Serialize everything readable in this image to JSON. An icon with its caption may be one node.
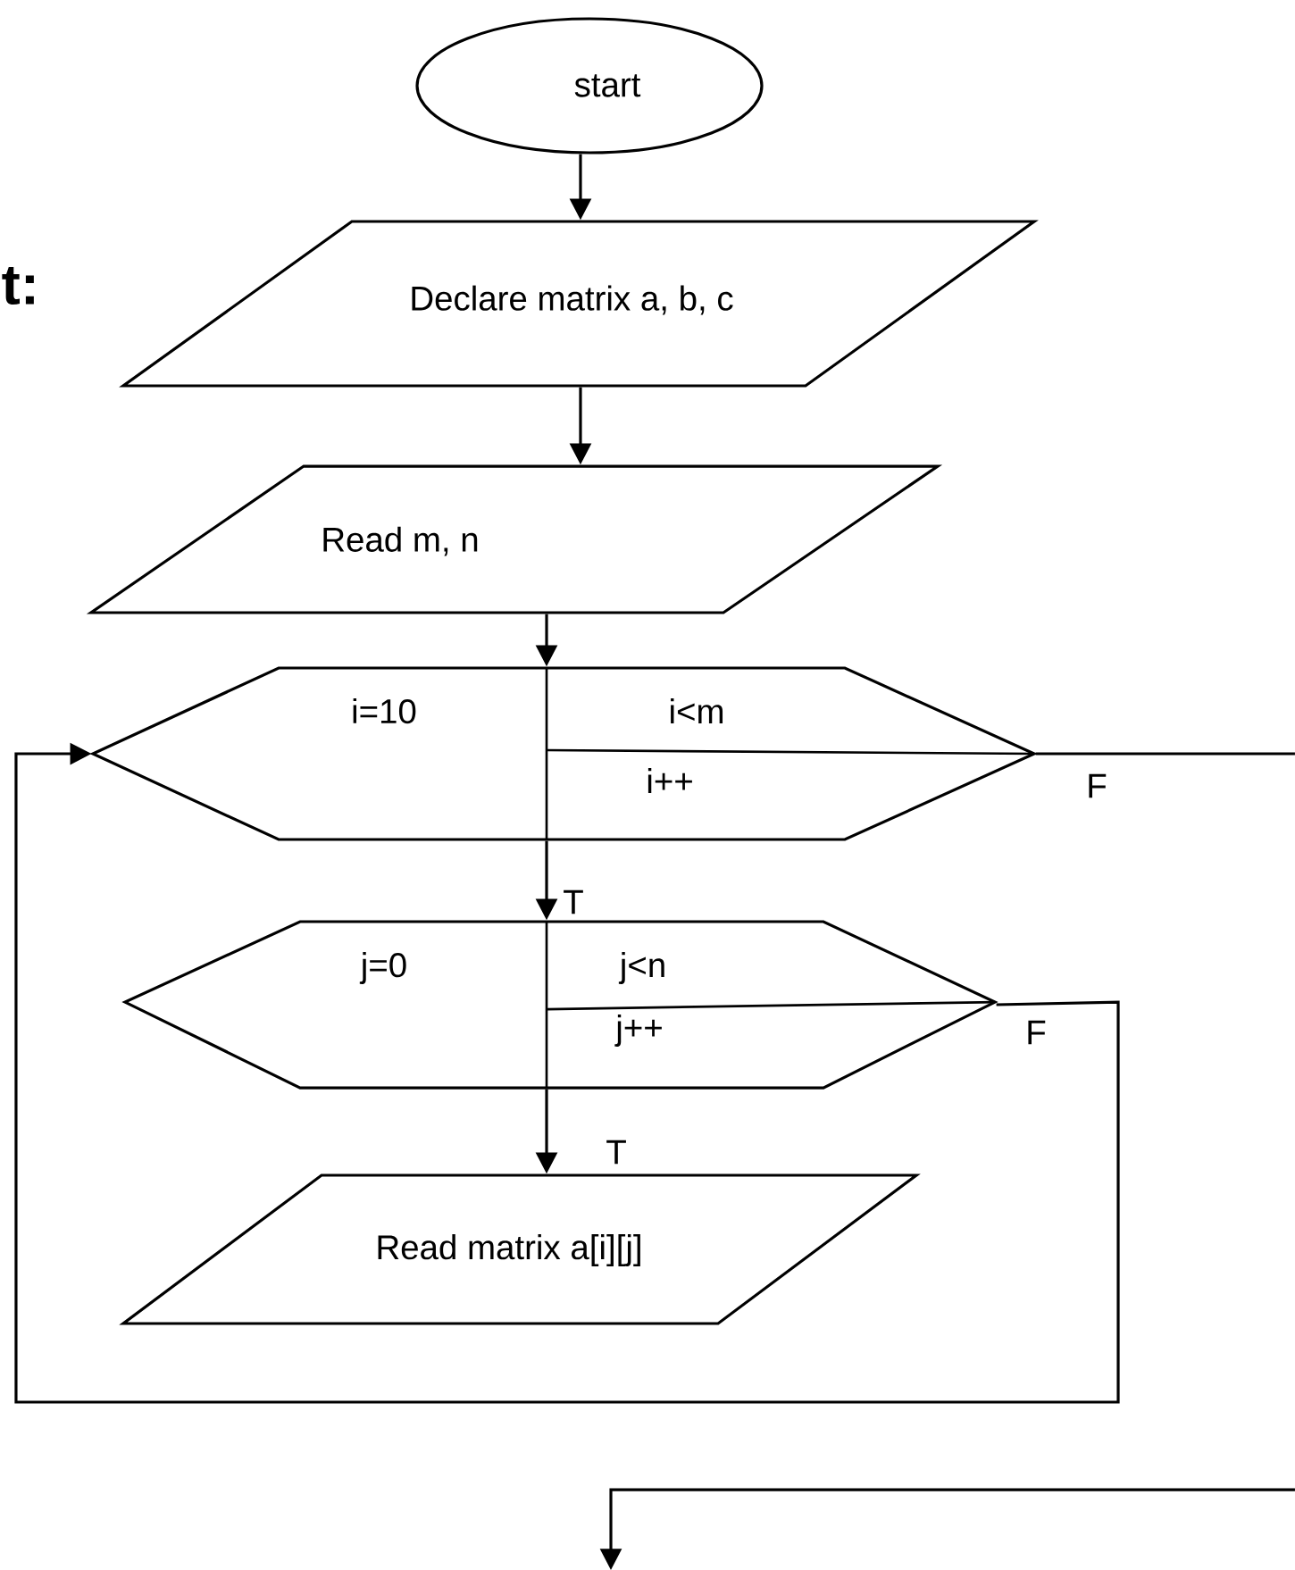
{
  "diagram": {
    "nodes": [
      {
        "text": [
          "start"
        ]
      },
      {
        "text": [
          "Declare matrix a, b, c"
        ]
      },
      {
        "text": [
          "Read m, n"
        ]
      },
      {
        "text": [
          "i=10",
          "i<m",
          "i++"
        ]
      },
      {
        "text": [
          "j=0",
          "j<n",
          "j++"
        ]
      },
      {
        "text": [
          "Read matrix a[i][j]"
        ]
      }
    ],
    "edges": [
      {
        "from": 0,
        "to": 1,
        "arrow": "to"
      },
      {
        "from": 1,
        "to": 2,
        "arrow": "to"
      },
      {
        "from": 2,
        "to": 3,
        "arrow": "to"
      },
      {
        "from": 3,
        "to": 4,
        "arrow": "to",
        "label": "T"
      },
      {
        "from": 4,
        "to": 5,
        "arrow": "to",
        "label": "T"
      },
      {
        "from": 4,
        "to": 3,
        "arrow": "to",
        "label": "F"
      },
      {
        "from": 3,
        "to": null,
        "arrow": "none",
        "label": "F"
      }
    ],
    "labels": [
      "t:"
    ]
  }
}
